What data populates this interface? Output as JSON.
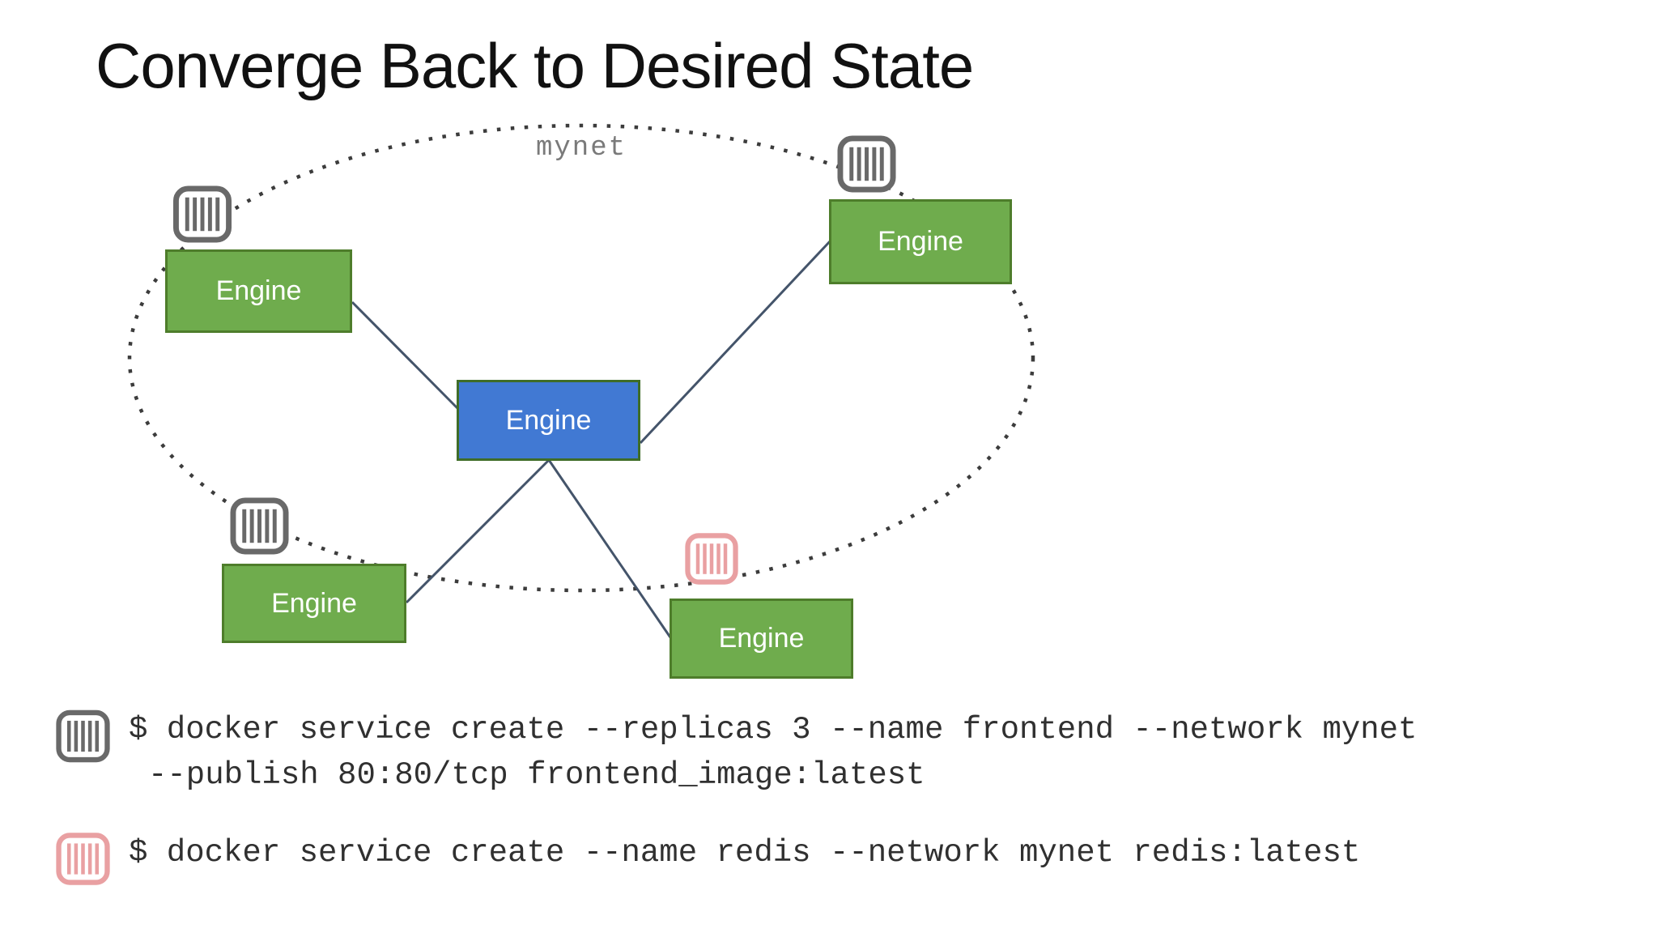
{
  "slide": {
    "title": "Converge Back to Desired State"
  },
  "network": {
    "label": "mynet"
  },
  "engines": [
    {
      "label": "Engine",
      "position": "top-left",
      "color": "green"
    },
    {
      "label": "Engine",
      "position": "top-right",
      "color": "green"
    },
    {
      "label": "Engine",
      "position": "center",
      "color": "blue"
    },
    {
      "label": "Engine",
      "position": "bottom-left",
      "color": "green"
    },
    {
      "label": "Engine",
      "position": "bottom-center",
      "color": "green"
    }
  ],
  "commands": [
    {
      "icon": "container-icon-gray",
      "lines": [
        "$ docker service create --replicas 3 --name frontend --network mynet",
        "--publish 80:80/tcp frontend_image:latest"
      ]
    },
    {
      "icon": "container-icon-red",
      "lines": [
        "$ docker service create --name redis --network mynet redis:latest"
      ]
    }
  ],
  "colors": {
    "engine_green": "#6fac4d",
    "engine_green_border": "#4e7d2b",
    "engine_blue": "#4179d3",
    "engine_blue_border": "#3f6d28",
    "connector_line": "#44546a",
    "network_dotted_ellipse": "#3c3c3c",
    "container_gray": "#696969",
    "container_red": "#e9a0a2",
    "engine_text": "#ffffff",
    "command_text": "#303030",
    "network_label_text": "#7a7a7a",
    "title_text": "#111111"
  }
}
